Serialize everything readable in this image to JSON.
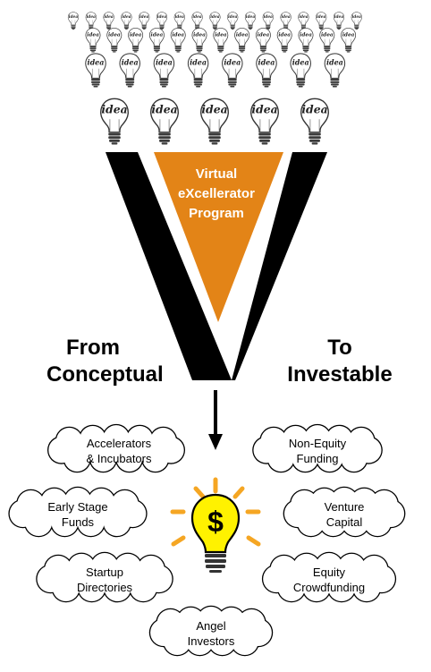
{
  "funnel": {
    "program_label_lines": [
      "Virtual",
      "eXcellerator",
      "Program"
    ],
    "bulb_word": "idea"
  },
  "left_label_lines": [
    "From",
    "Conceptual"
  ],
  "right_label_lines": [
    "To",
    "Investable"
  ],
  "outcome_bulb": {
    "symbol": "$",
    "icon": "dollar-lightbulb-icon"
  },
  "colors": {
    "funnel_bar": "#000000",
    "program_triangle": "#E38417",
    "bulb_yellow": "#FFF200",
    "rays": "#F5A623"
  },
  "clouds": [
    {
      "id": "accelerators",
      "lines": [
        "Accelerators",
        "& Incubators"
      ]
    },
    {
      "id": "non-equity",
      "lines": [
        "Non-Equity",
        "Funding"
      ]
    },
    {
      "id": "early-stage",
      "lines": [
        "Early Stage",
        "Funds"
      ]
    },
    {
      "id": "venture",
      "lines": [
        "Venture",
        "Capital"
      ]
    },
    {
      "id": "startup",
      "lines": [
        "Startup",
        "Directories"
      ]
    },
    {
      "id": "equity",
      "lines": [
        "Equity",
        "Crowdfunding"
      ]
    },
    {
      "id": "angel",
      "lines": [
        "Angel",
        "Investors"
      ]
    }
  ]
}
